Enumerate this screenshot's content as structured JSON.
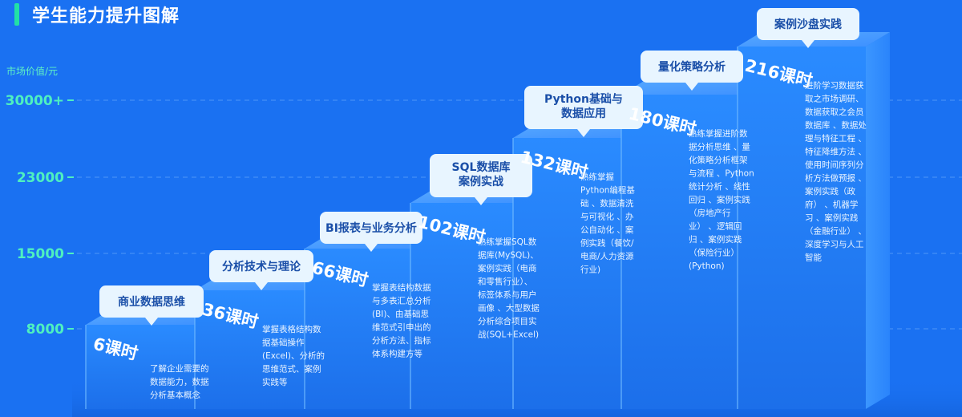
{
  "page": {
    "title": "学生能力提升图解",
    "accent_color": "#22e0a6",
    "tick_color": "#4ef0c0",
    "background": "#1a71f2"
  },
  "chart_data": {
    "type": "bar",
    "ylabel": "市场价值/元",
    "y_ticks": [
      "8000",
      "15000",
      "23000",
      "30000+"
    ],
    "grid": true,
    "categories": [
      "商业数据思维",
      "分析技术与理论",
      "BI报表与业务分析",
      "SQL数据库\n案例实战",
      "Python基础与\n数据应用",
      "量化策略分析",
      "案例沙盘实践"
    ],
    "hours": [
      "6课时",
      "36课时",
      "66课时",
      "102课时",
      "132课时",
      "180课时",
      "216课时"
    ],
    "descriptions": [
      "了解企业需要的\n数据能力，数据\n分析基本概念",
      "掌握表格结构数\n据基础操作\n(Excel)、分析的\n思维范式、案例\n实践等",
      "掌握表结构数据\n与多表汇总分析\n(BI)、由基础思\n维范式引申出的\n分析方法、指标\n体系构建方等",
      "熟练掌握SQL数\n据库(MySQL)、\n案例实践（电商\n和零售行业）、\n标签体系与用户\n画像 、大型数据\n分析综合项目实\n战(SQL+Excel)",
      "熟练掌握\nPython编程基\n础 、数据清洗\n与可视化 、办\n公自动化 、案\n例实践（餐饮/\n电商/人力资源\n行业)",
      "熟练掌握进阶数\n据分析思维 、量\n化策略分析框架\n与流程 、Python\n统计分析 、线性\n回归 、案例实践\n（房地产行\n业） 、逻辑回\n归 、案例实践\n（保险行业）\n(Python)",
      "进阶学习数据获\n取之市场调研、\n数据获取之会员\n数据库 、数据处\n理与特征工程 、\n特征降维方法 、\n使用时间序列分\n析方法做预报 、\n案例实践（政\n府） 、机器学\n习 、案例实践\n（金融行业） 、\n深度学习与人工\n智能"
    ]
  }
}
